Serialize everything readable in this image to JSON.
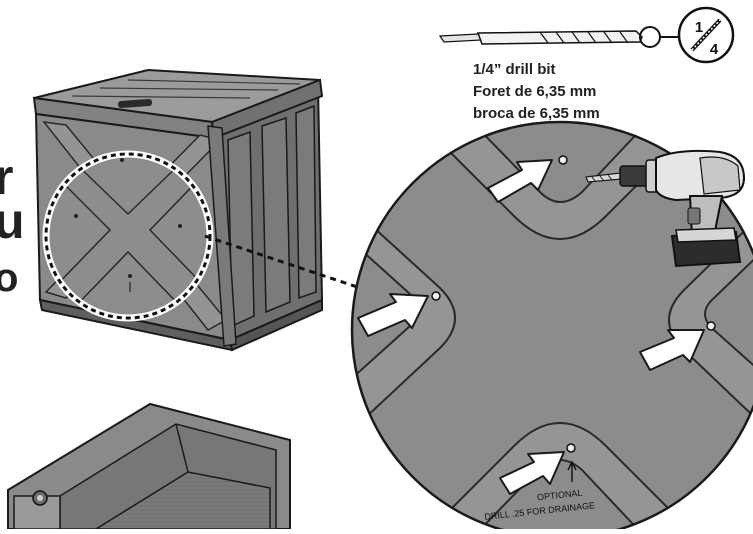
{
  "callout_top": {
    "numerator": "1",
    "denominator": "4"
  },
  "captions": {
    "en": "1/4” drill bit",
    "fr": "Foret de 6,35 mm",
    "es": "broca de 6,35 mm"
  },
  "edge_letters": [
    "r",
    "u",
    "o"
  ],
  "bottom_text": {
    "line1": "OPTIONAL",
    "line2": "DRILL .25 FOR DRAINAGE"
  },
  "colors": {
    "plastic": "#8c8c8c",
    "plastic_dark": "#6b6b6b",
    "plastic_light": "#a8a8a8",
    "outline": "#1a1a1a",
    "arrow_fill": "#ffffff"
  }
}
